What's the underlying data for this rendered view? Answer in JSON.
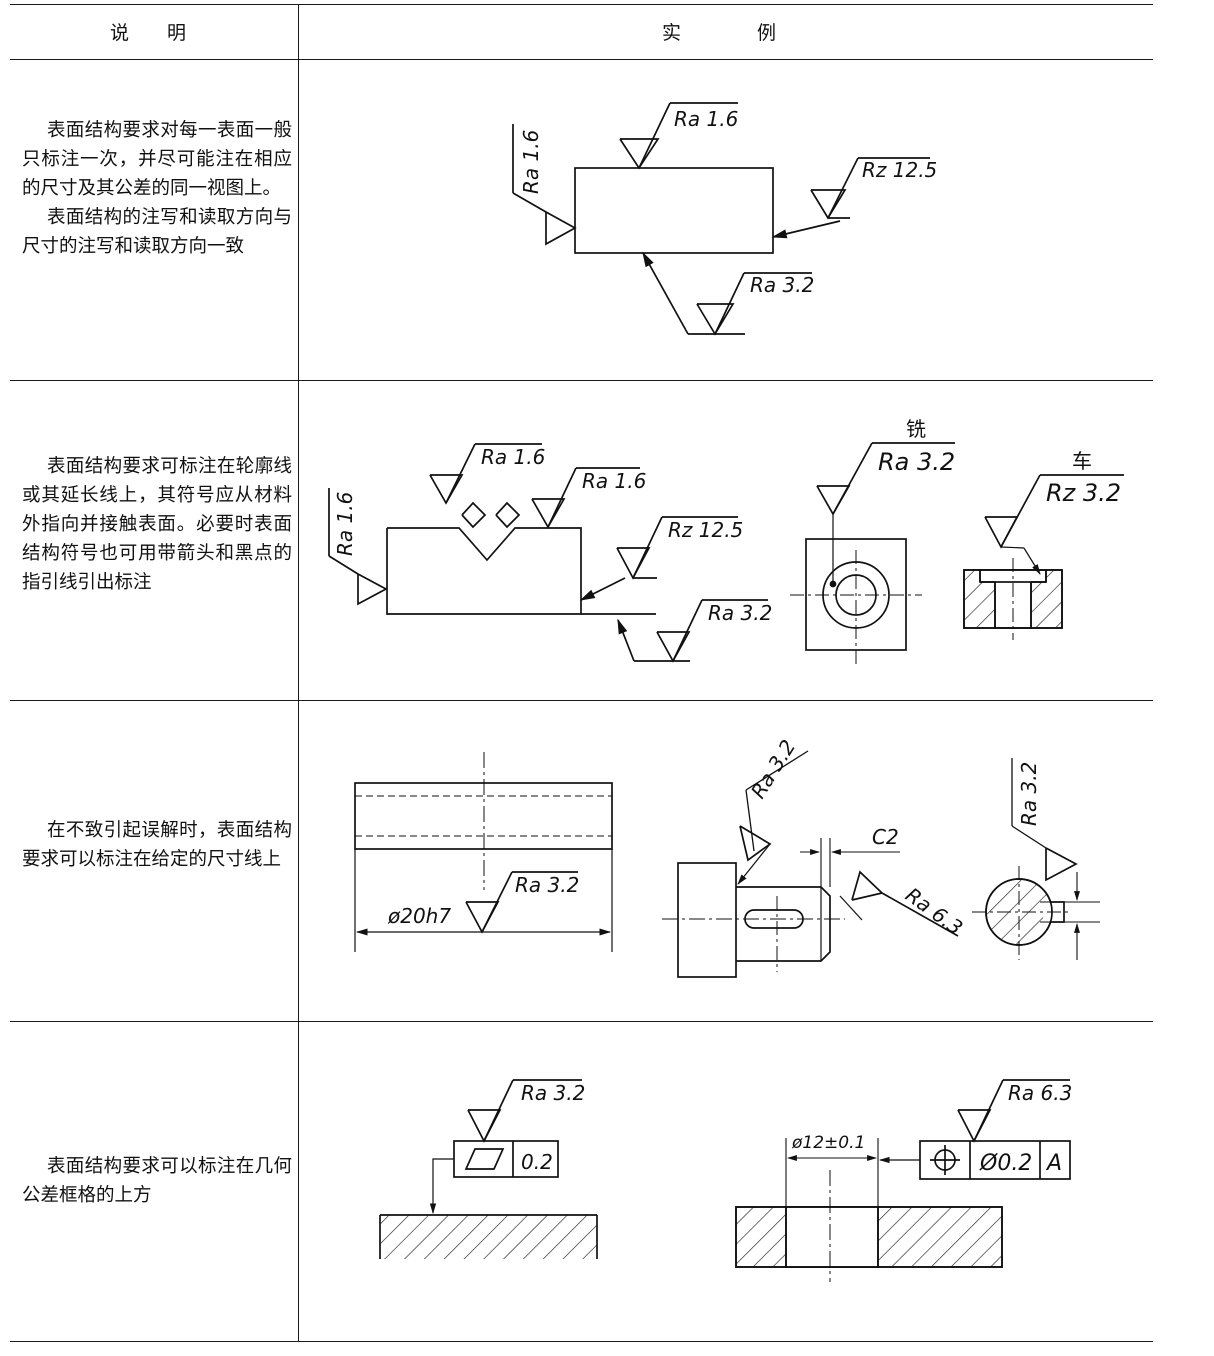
{
  "header": {
    "col1": "说　　明",
    "col2": "实　　　　例"
  },
  "rows": [
    {
      "paragraphs": [
        "表面结构要求对每一表面一般只标注一次，并尽可能注在相应的尺寸及其公差的同一视图上。",
        "表面结构的注写和读取方向与尺寸的注写和读取方向一致"
      ],
      "labels": {
        "top": "Ra 1.6",
        "left": "Ra 1.6",
        "right": "Rz 12.5",
        "bottom": "Ra 3.2"
      }
    },
    {
      "paragraphs": [
        "表面结构要求可标注在轮廓线或其延长线上，其符号应从材料外指向并接触表面。必要时表面结构符号也可用带箭头和黑点的指引线引出标注"
      ],
      "labels": {
        "left": "Ra 1.6",
        "top1": "Ra 1.6",
        "top2": "Ra 1.6",
        "right": "Rz 12.5",
        "bottom": "Ra 3.2",
        "mill_title": "铣",
        "mill": "Ra 3.2",
        "turn_title": "车",
        "turn": "Rz 3.2"
      }
    },
    {
      "paragraphs": [
        "在不致引起误解时，表面结构要求可以标注在给定的尺寸线上"
      ],
      "labels": {
        "dim": "ø20h7",
        "ra": "Ra 3.2",
        "shaft1": "Ra 3.2",
        "chamfer": "C2",
        "shaft2": "Ra 6.3",
        "circle": "Ra 3.2"
      }
    },
    {
      "paragraphs": [
        "表面结构要求可以标注在几何公差框格的上方"
      ],
      "labels": {
        "ra1": "Ra 3.2",
        "tol1": "0.2",
        "ra2": "Ra 6.3",
        "dim": "ø12±0.1",
        "tol2": "Ø0.2",
        "datum": "A"
      }
    }
  ]
}
